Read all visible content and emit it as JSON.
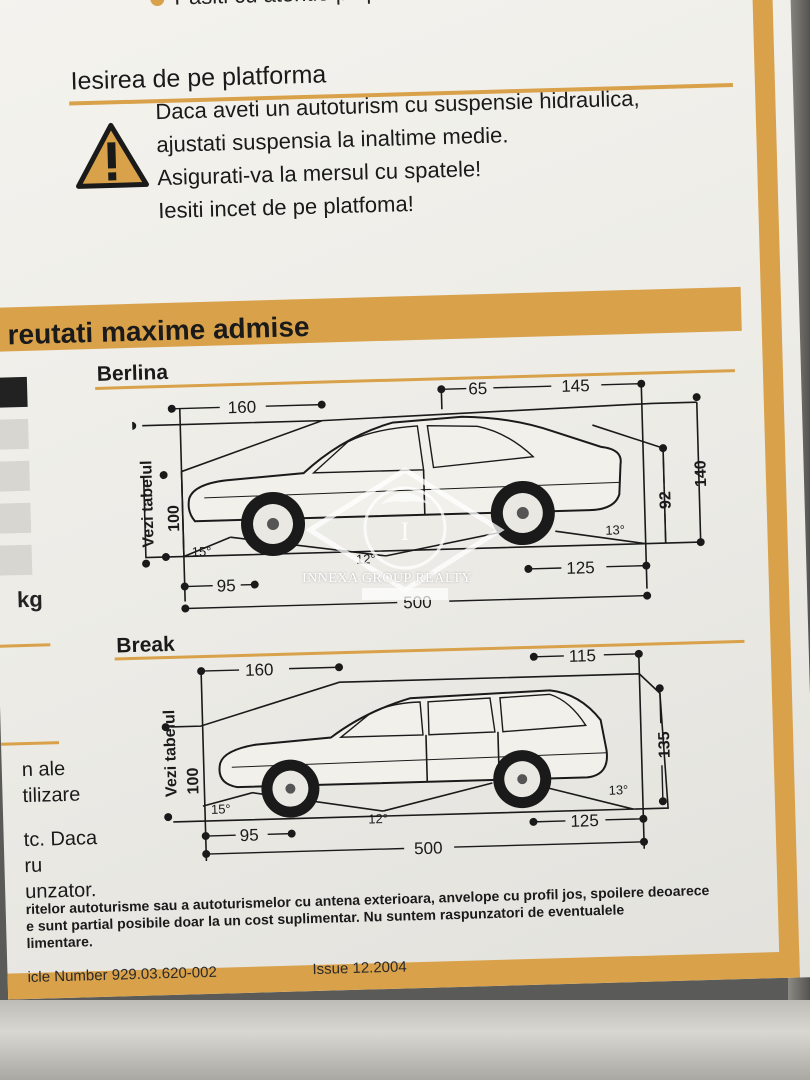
{
  "top_bullet": "Pasiti cu atentie pe platforma!",
  "exit_section": {
    "title": "Iesirea de pe platforma",
    "lines": [
      "Daca aveti un autoturism cu suspensie hidraulica,",
      "ajustati suspensia la inaltime medie.",
      "Asigurati-va la mersul cu spatele!",
      "Iesiti incet de pe platfoma!"
    ]
  },
  "weights_header": "reutati maxime admise",
  "left_column": {
    "unit": "kg",
    "fragments": [
      "n ale",
      "tilizare",
      "tc. Daca",
      "ru",
      "unzator."
    ]
  },
  "berlina": {
    "title": "Berlina",
    "side_label": "Vezi tabelul",
    "dims": {
      "front_overhang_top": "160",
      "roof_a": "65",
      "roof_b": "145",
      "height_low": "100",
      "rear_height": "92",
      "total_height": "140",
      "angle_front": "15°",
      "angle_under": "12°",
      "angle_rear": "13°",
      "front_wheel": "95",
      "rear_wheel": "125",
      "length": "500"
    }
  },
  "break": {
    "title": "Break",
    "side_label": "Vezi tabelul",
    "dims": {
      "front_overhang_top": "160",
      "roof_rear": "115",
      "height_low": "100",
      "total_height": "135",
      "angle_front": "15°",
      "angle_under": "12°",
      "angle_rear": "13°",
      "front_wheel": "95",
      "rear_wheel": "125",
      "length": "500"
    }
  },
  "notice": [
    "ritelor autoturisme sau a autoturismelor cu antena exterioara, anvelope cu profil jos, spoilere deoarece",
    "e sunt partial posibile doar la un cost suplimentar. Nu suntem raspunzatori de eventualele",
    "limentare."
  ],
  "footer": {
    "article": "icle Number  929.03.620-002",
    "issue": "Issue 12.2004"
  },
  "watermark": {
    "text": "INNEXA GROUP REALTY",
    "monogram": "I"
  },
  "colors": {
    "accent": "#d9a14a",
    "paper": "#f0efea",
    "ink": "#1a1a1a"
  }
}
